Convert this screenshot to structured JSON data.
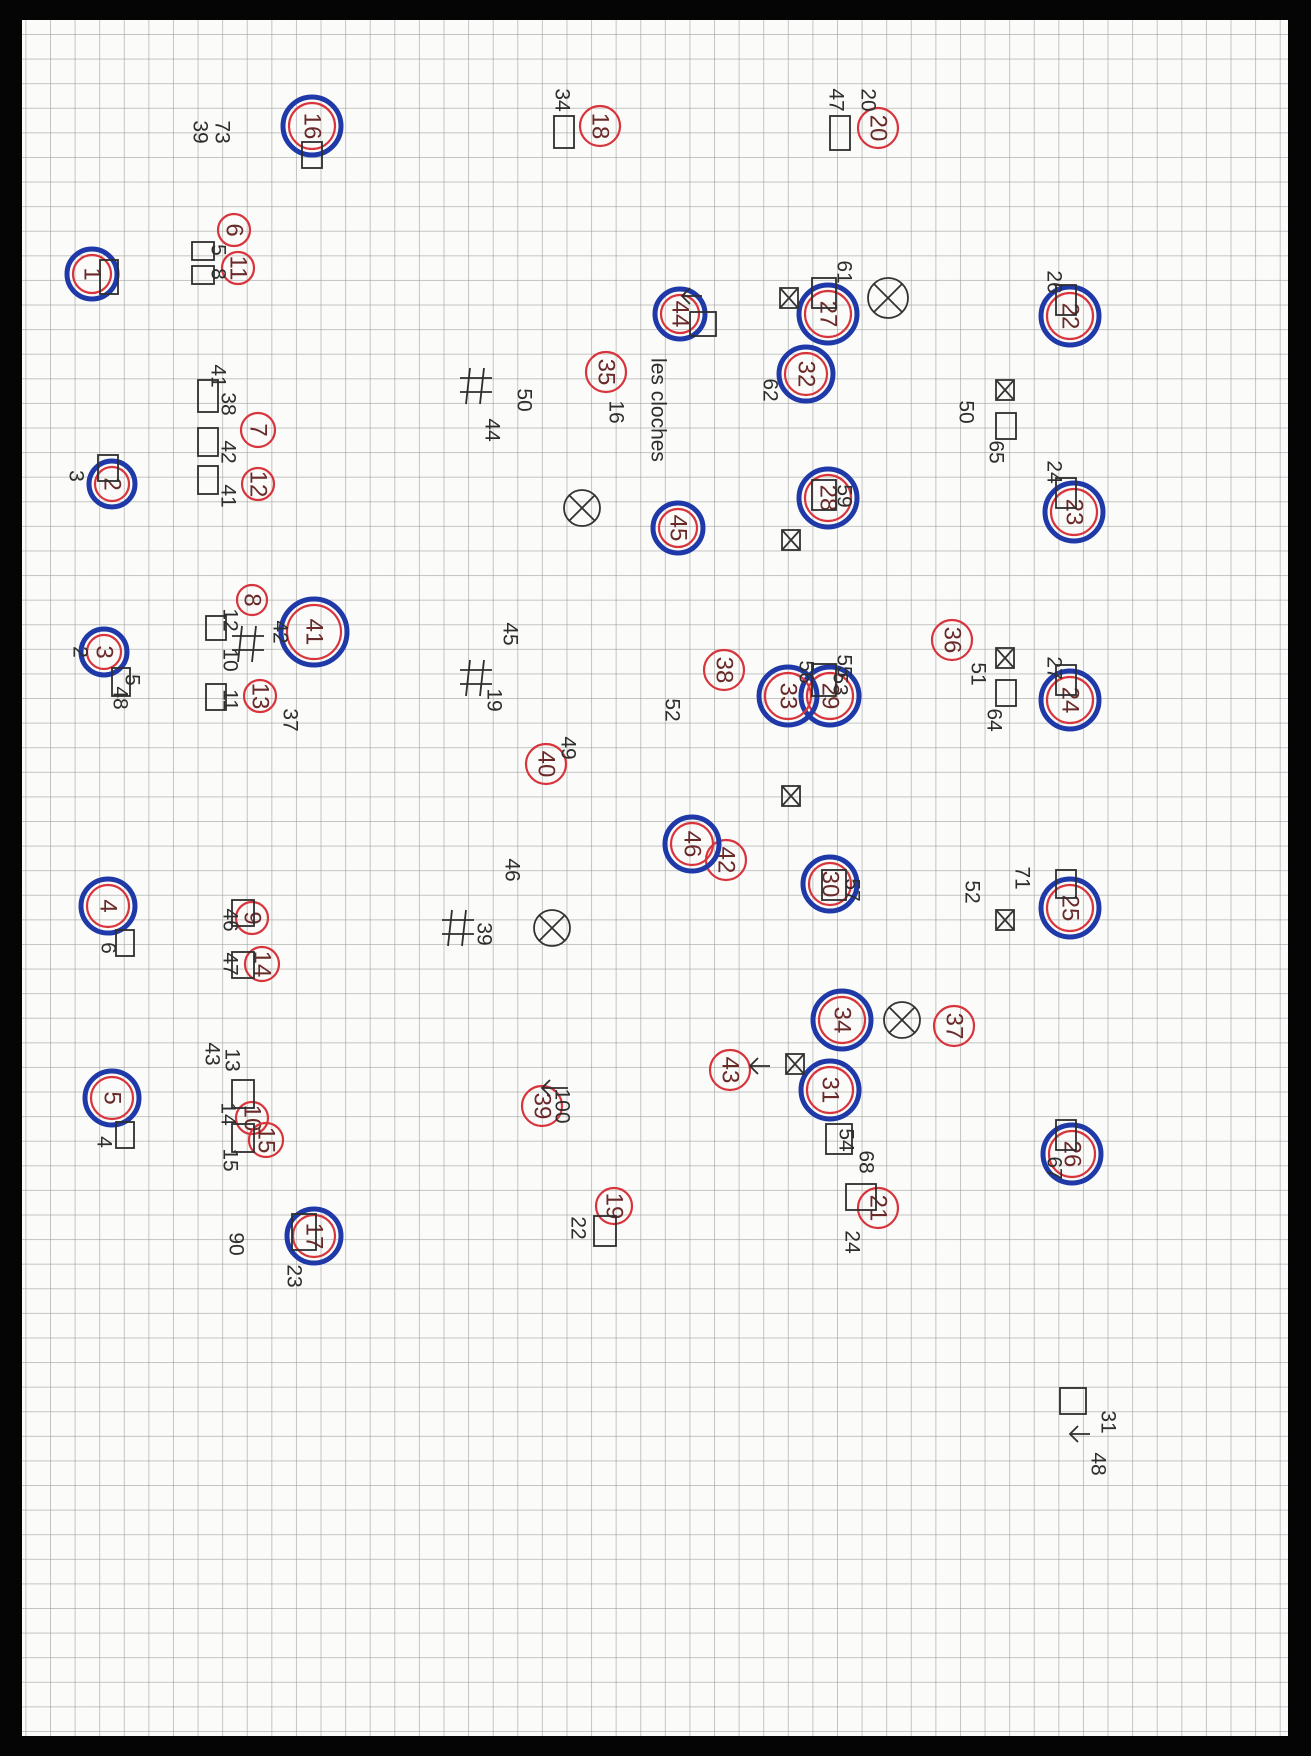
{
  "markers": [
    {
      "id": "m1",
      "label": "1",
      "blue": true
    },
    {
      "id": "m2",
      "label": "2",
      "blue": true
    },
    {
      "id": "m3",
      "label": "3",
      "blue": true
    },
    {
      "id": "m4",
      "label": "4",
      "blue": true
    },
    {
      "id": "m5",
      "label": "5",
      "blue": true
    },
    {
      "id": "m6",
      "label": "6",
      "blue": false
    },
    {
      "id": "m7",
      "label": "7",
      "blue": false
    },
    {
      "id": "m8",
      "label": "8",
      "blue": false
    },
    {
      "id": "m9",
      "label": "9",
      "blue": false
    },
    {
      "id": "m10",
      "label": "10",
      "blue": false
    },
    {
      "id": "m11",
      "label": "11",
      "blue": false
    },
    {
      "id": "m12",
      "label": "12",
      "blue": false
    },
    {
      "id": "m13",
      "label": "13",
      "blue": false
    },
    {
      "id": "m14",
      "label": "14",
      "blue": false
    },
    {
      "id": "m15",
      "label": "15",
      "blue": false
    },
    {
      "id": "m16",
      "label": "16",
      "blue": true
    },
    {
      "id": "m17",
      "label": "17",
      "blue": true
    },
    {
      "id": "m18",
      "label": "18",
      "blue": false
    },
    {
      "id": "m19",
      "label": "19",
      "blue": false
    },
    {
      "id": "m20",
      "label": "20",
      "blue": false
    },
    {
      "id": "m21",
      "label": "21",
      "blue": false
    },
    {
      "id": "m22",
      "label": "22",
      "blue": true
    },
    {
      "id": "m23",
      "label": "23",
      "blue": true
    },
    {
      "id": "m24",
      "label": "24",
      "blue": true
    },
    {
      "id": "m25",
      "label": "25",
      "blue": true
    },
    {
      "id": "m26",
      "label": "26",
      "blue": true
    },
    {
      "id": "m27",
      "label": "27",
      "blue": true
    },
    {
      "id": "m28",
      "label": "28",
      "blue": true
    },
    {
      "id": "m29",
      "label": "29",
      "blue": true
    },
    {
      "id": "m30",
      "label": "30",
      "blue": true
    },
    {
      "id": "m31",
      "label": "31",
      "blue": true
    },
    {
      "id": "m32",
      "label": "32",
      "blue": true
    },
    {
      "id": "m33",
      "label": "33",
      "blue": true
    },
    {
      "id": "m34",
      "label": "34",
      "blue": true
    },
    {
      "id": "m35",
      "label": "35",
      "blue": false
    },
    {
      "id": "m36",
      "label": "36",
      "blue": false
    },
    {
      "id": "m37",
      "label": "37",
      "blue": false
    },
    {
      "id": "m38",
      "label": "38",
      "blue": false
    },
    {
      "id": "m39",
      "label": "39",
      "blue": false
    },
    {
      "id": "m40",
      "label": "40",
      "blue": false
    },
    {
      "id": "m41",
      "label": "41",
      "blue": true
    },
    {
      "id": "m42",
      "label": "42",
      "blue": false
    },
    {
      "id": "m43",
      "label": "43",
      "blue": false
    },
    {
      "id": "m44",
      "label": "44",
      "blue": true
    },
    {
      "id": "m45",
      "label": "45",
      "blue": true
    },
    {
      "id": "m46",
      "label": "46",
      "blue": true
    }
  ],
  "notes": [
    {
      "id": "n01",
      "text": "39"
    },
    {
      "id": "n02",
      "text": "73"
    },
    {
      "id": "n03",
      "text": "34"
    },
    {
      "id": "n04",
      "text": "47"
    },
    {
      "id": "n05",
      "text": "5"
    },
    {
      "id": "n06",
      "text": "8"
    },
    {
      "id": "n07",
      "text": "38"
    },
    {
      "id": "n08",
      "text": "42"
    },
    {
      "id": "n09",
      "text": "41"
    },
    {
      "id": "n10",
      "text": "41"
    },
    {
      "id": "n11",
      "text": "3"
    },
    {
      "id": "n12",
      "text": "12"
    },
    {
      "id": "n13",
      "text": "10"
    },
    {
      "id": "n14",
      "text": "11"
    },
    {
      "id": "n15",
      "text": "42"
    },
    {
      "id": "n16",
      "text": "37"
    },
    {
      "id": "n17",
      "text": "2"
    },
    {
      "id": "n18",
      "text": "48"
    },
    {
      "id": "n19",
      "text": "5"
    },
    {
      "id": "n20",
      "text": "46"
    },
    {
      "id": "n21",
      "text": "47"
    },
    {
      "id": "n22",
      "text": "6"
    },
    {
      "id": "n23",
      "text": "43"
    },
    {
      "id": "n24",
      "text": "13"
    },
    {
      "id": "n25",
      "text": "14"
    },
    {
      "id": "n26",
      "text": "15"
    },
    {
      "id": "n27",
      "text": "4"
    },
    {
      "id": "n28",
      "text": "90"
    },
    {
      "id": "n29",
      "text": "23"
    },
    {
      "id": "n30",
      "text": "50"
    },
    {
      "id": "n31",
      "text": "16"
    },
    {
      "id": "n32",
      "text": "44"
    },
    {
      "id": "n33",
      "text": "les cloches"
    },
    {
      "id": "n34",
      "text": "45"
    },
    {
      "id": "n35",
      "text": "19"
    },
    {
      "id": "n36",
      "text": "52"
    },
    {
      "id": "n37",
      "text": "49"
    },
    {
      "id": "n38",
      "text": "46"
    },
    {
      "id": "n39",
      "text": "39"
    },
    {
      "id": "n40",
      "text": "100"
    },
    {
      "id": "n41",
      "text": "22"
    },
    {
      "id": "n42",
      "text": "61"
    },
    {
      "id": "n43",
      "text": "62"
    },
    {
      "id": "n44",
      "text": "59"
    },
    {
      "id": "n45",
      "text": "55"
    },
    {
      "id": "n46",
      "text": "56"
    },
    {
      "id": "n47",
      "text": "53"
    },
    {
      "id": "n48",
      "text": "57"
    },
    {
      "id": "n49",
      "text": "68"
    },
    {
      "id": "n50",
      "text": "24"
    },
    {
      "id": "n51",
      "text": "26"
    },
    {
      "id": "n52",
      "text": "65"
    },
    {
      "id": "n53",
      "text": "50"
    },
    {
      "id": "n54",
      "text": "24"
    },
    {
      "id": "n55",
      "text": "27"
    },
    {
      "id": "n56",
      "text": "64"
    },
    {
      "id": "n57",
      "text": "51"
    },
    {
      "id": "n58",
      "text": "20"
    },
    {
      "id": "n59",
      "text": "71"
    },
    {
      "id": "n60",
      "text": "52"
    },
    {
      "id": "n61",
      "text": "67"
    },
    {
      "id": "n62",
      "text": "31"
    },
    {
      "id": "n63",
      "text": "48"
    },
    {
      "id": "n64",
      "text": "54"
    }
  ]
}
